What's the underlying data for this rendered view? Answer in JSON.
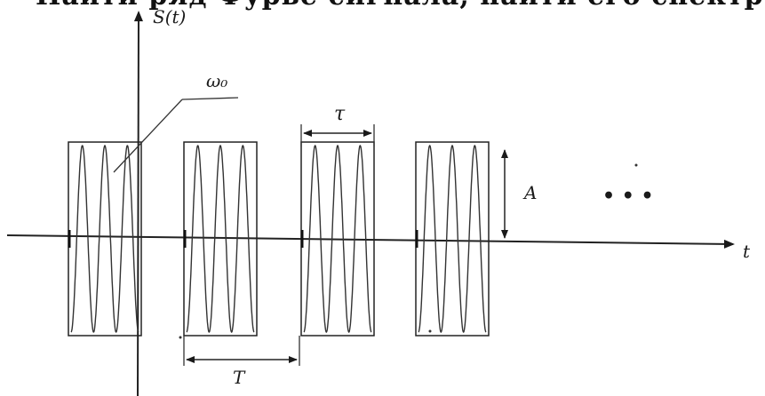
{
  "header": {
    "caption": "Найти ряд Фурье сигнала, найти его спектр."
  },
  "diagram": {
    "y_axis_label": "S(t)",
    "x_axis_label": "t",
    "carrier_label": "ω₀",
    "pulse_width_label": "τ",
    "amplitude_label": "A",
    "period_label": "T",
    "continuation": "• • •",
    "pulse_count": 4,
    "oscillations_per_pulse": 3
  }
}
